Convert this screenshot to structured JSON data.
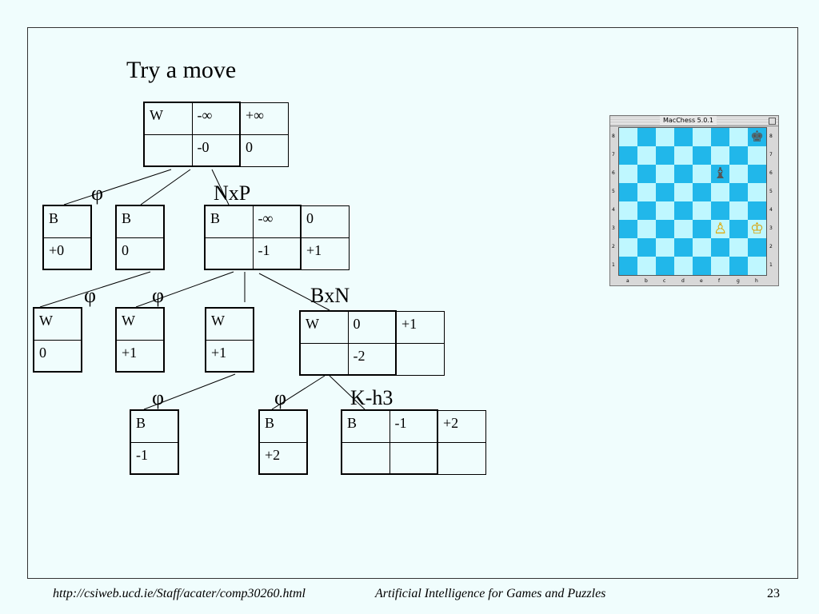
{
  "title": "Try a move",
  "labels": {
    "nxp": "NxP",
    "bxn": "BxN",
    "kh3": "K-h3",
    "phi": "φ"
  },
  "nodes": {
    "root": {
      "side": "W",
      "alpha": "-∞",
      "beta": "+∞",
      "value": "-0",
      "best": "0"
    },
    "l1a": {
      "side": "B",
      "value": "+0"
    },
    "l1b": {
      "side": "B",
      "value": "0"
    },
    "l1c": {
      "side": "B",
      "alpha": "-∞",
      "beta": "0",
      "value": "-1",
      "best": "+1"
    },
    "l2a": {
      "side": "W",
      "value": "0"
    },
    "l2b": {
      "side": "W",
      "value": "+1"
    },
    "l2c": {
      "side": "W",
      "value": "+1"
    },
    "l2d": {
      "side": "W",
      "alpha": "0",
      "beta": "+1",
      "value": "-2",
      "best": ""
    },
    "l3a": {
      "side": "B",
      "value": "-1"
    },
    "l3b": {
      "side": "B",
      "value": "+2"
    },
    "l3c": {
      "side": "B",
      "alpha": "-1",
      "beta": "+2",
      "value": "",
      "best": ""
    }
  },
  "chess": {
    "window_title": "MacChess 5.0.1",
    "pieces": [
      {
        "square": "h8",
        "glyph": "♚",
        "color": "#555555"
      },
      {
        "square": "f6",
        "glyph": "♝",
        "color": "#555555"
      },
      {
        "square": "f3",
        "glyph": "♙",
        "color": "#e0a800"
      },
      {
        "square": "h3",
        "glyph": "♔",
        "color": "#d9a000"
      }
    ],
    "files": [
      "a",
      "b",
      "c",
      "d",
      "e",
      "f",
      "g",
      "h"
    ],
    "ranks": [
      "8",
      "7",
      "6",
      "5",
      "4",
      "3",
      "2",
      "1"
    ],
    "light_color": "#bff7ff",
    "dark_color": "#21b7ea"
  },
  "footer": {
    "url": "http://csiweb.ucd.ie/Staff/acater/comp30260.html",
    "course": "Artificial Intelligence for Games and Puzzles",
    "page_number": "23"
  }
}
